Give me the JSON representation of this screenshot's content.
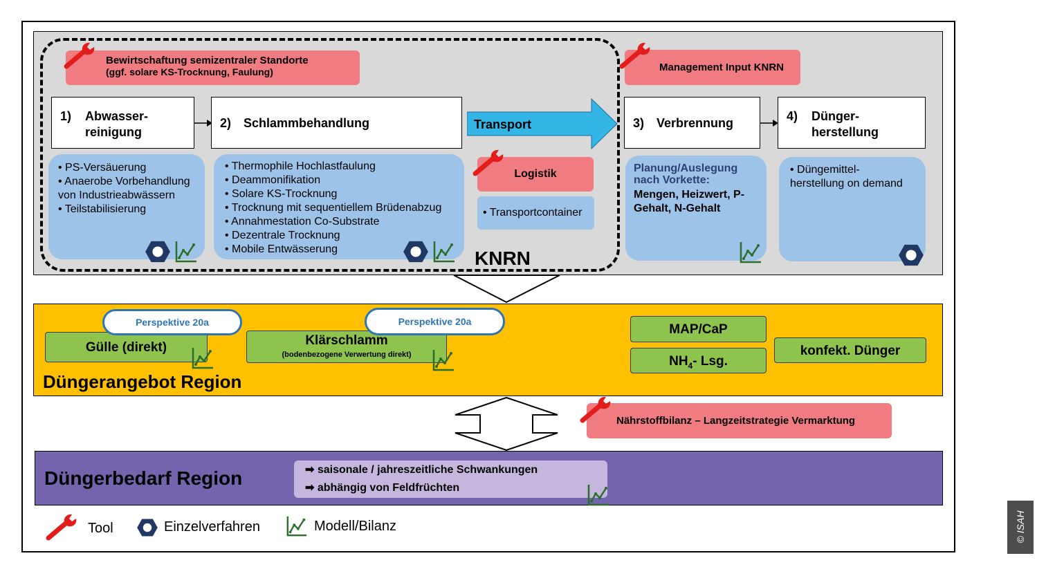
{
  "top": {
    "mgmt_semizentral": {
      "line1": "Bewirtschaftung semizentraler Standorte",
      "line2": "(ggf. solare KS-Trocknung, Faulung)"
    },
    "mgmt_input": "Management Input KNRN",
    "step1": {
      "num": "1)",
      "line1": "Abwasser-",
      "line2": "reinigung"
    },
    "step2": {
      "num": "2)",
      "label": "Schlammbehandlung"
    },
    "transport": "Transport",
    "step3": {
      "num": "3)",
      "label": "Verbrennung"
    },
    "step4": {
      "num": "4)",
      "line1": "Dünger-",
      "line2": "herstellung"
    },
    "box1_items": [
      "• PS-Versäuerung",
      "• Anaerobe Vorbehandlung",
      "von Industrieabwässern",
      "• Teilstabilisierung"
    ],
    "box2_items": [
      "• Thermophile Hochlastfaulung",
      "• Deammonifikation",
      "• Solare KS-Trocknung",
      "• Trocknung mit sequentiellem Brüdenabzug",
      "• Annahmestation Co-Substrate",
      "• Dezentrale Trocknung",
      "• Mobile Entwässerung"
    ],
    "logistik": "Logistik",
    "transportcontainer": "• Transportcontainer",
    "box3": {
      "title1": "Planung/Auslegung",
      "title2": "nach Vorkette:",
      "line1": "Mengen, Heizwert, P-",
      "line2": "Gehalt, N-Gehalt"
    },
    "box4_items": [
      "• Düngemittel-",
      "herstellung on demand"
    ],
    "knrn": "KNRN"
  },
  "mid": {
    "perspektive1": "Perspektive 20a",
    "perspektive2": "Perspektive 20a",
    "guelle": "Gülle (direkt)",
    "klaerschlamm": "Klärschlamm",
    "klaerschlamm_sub": "(bodenbezogene Verwertung direkt)",
    "map": "MAP/CaP",
    "nh4_main": "NH",
    "nh4_sub": "4",
    "nh4_rest": "- Lsg.",
    "konfekt": "konfekt. Dünger",
    "title": "Düngerangebot Region"
  },
  "bilanz": "Nährstoffbilanz – Langzeitstrategie Vermarktung",
  "bot": {
    "title": "Düngerbedarf Region",
    "item1": "saisonale / jahreszeitliche Schwankungen",
    "item2": "abhängig von Feldfrüchten"
  },
  "legend": {
    "tool": "Tool",
    "einzel": "Einzelverfahren",
    "modell": "Modell/Bilanz"
  },
  "copyright": "© ISAH",
  "colors": {
    "pink": "#f07c82",
    "blue": "#9ec3e8",
    "yellow": "#ffc000",
    "purple": "#7464ad",
    "green": "#8ec44e",
    "transport": "#33b5e5"
  }
}
